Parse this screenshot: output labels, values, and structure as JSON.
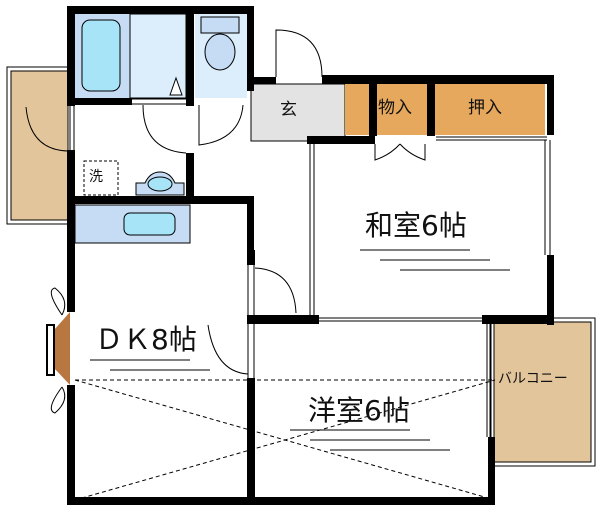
{
  "title": "間取り図",
  "colors": {
    "wall": "#000000",
    "bath": "#c6dcf4",
    "bath_fixture": "#a8e4f8",
    "toilet_room": "#dcedfb",
    "entrance": "#e3e3e3",
    "storage": "#e6a85c",
    "balcony": "#e3c59c",
    "bay_window": "#b87640"
  },
  "rooms": {
    "washitsu": {
      "label": "和室6帖",
      "type": "Japanese-style room",
      "size_jo": 6
    },
    "yoshitsu": {
      "label": "洋室6帖",
      "type": "Western-style room",
      "size_jo": 6
    },
    "dk": {
      "label": "ＤＫ8帖",
      "type": "Dining kitchen",
      "size_jo": 8
    },
    "genkan": {
      "label": "玄"
    },
    "monoire": {
      "label": "物入"
    },
    "oshiire": {
      "label": "押入"
    },
    "balcony": {
      "label": "バルコニー"
    },
    "washer": {
      "label": "洗"
    }
  }
}
